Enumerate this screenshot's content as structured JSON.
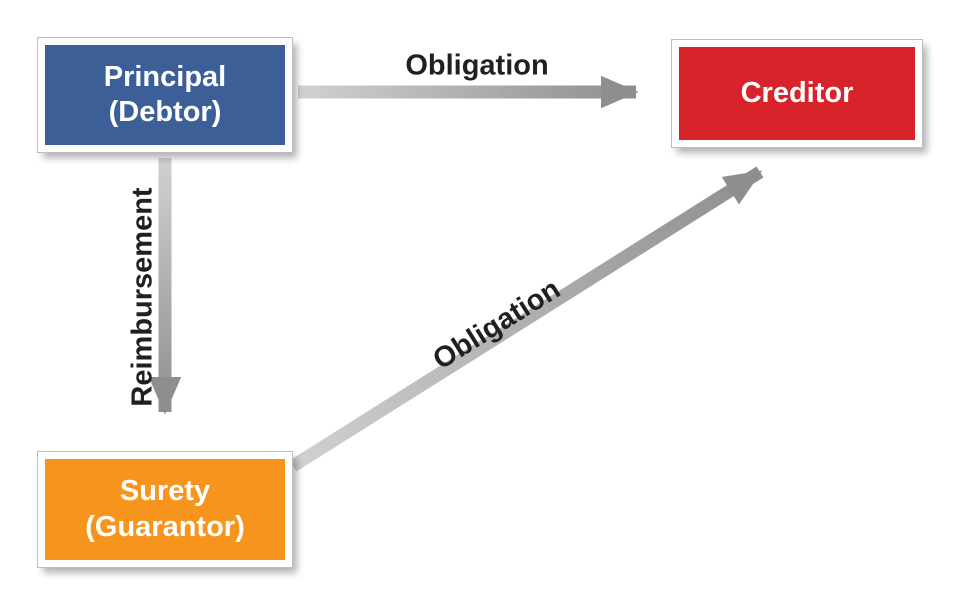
{
  "nodes": {
    "principal": {
      "line1": "Principal",
      "line2": "(Debtor)",
      "color": "#3c5f98",
      "text_color": "#ffffff"
    },
    "creditor": {
      "label": "Creditor",
      "color": "#d9232b",
      "text_color": "#ffffff"
    },
    "surety": {
      "line1": "Surety",
      "line2": "(Guarantor)",
      "color": "#f7941e",
      "text_color": "#ffffff"
    }
  },
  "edges": {
    "principal_to_creditor": {
      "label": "Obligation",
      "from": "principal",
      "to": "creditor"
    },
    "principal_to_surety": {
      "label": "Reimbursement",
      "from": "principal",
      "to": "surety"
    },
    "surety_to_creditor": {
      "label": "Obligation",
      "from": "surety",
      "to": "creditor"
    }
  },
  "colors": {
    "arrow_light": "#d1d1d1",
    "arrow_dark": "#8e8e8e",
    "edge_label_text": "#231f20",
    "background": "#ffffff"
  }
}
